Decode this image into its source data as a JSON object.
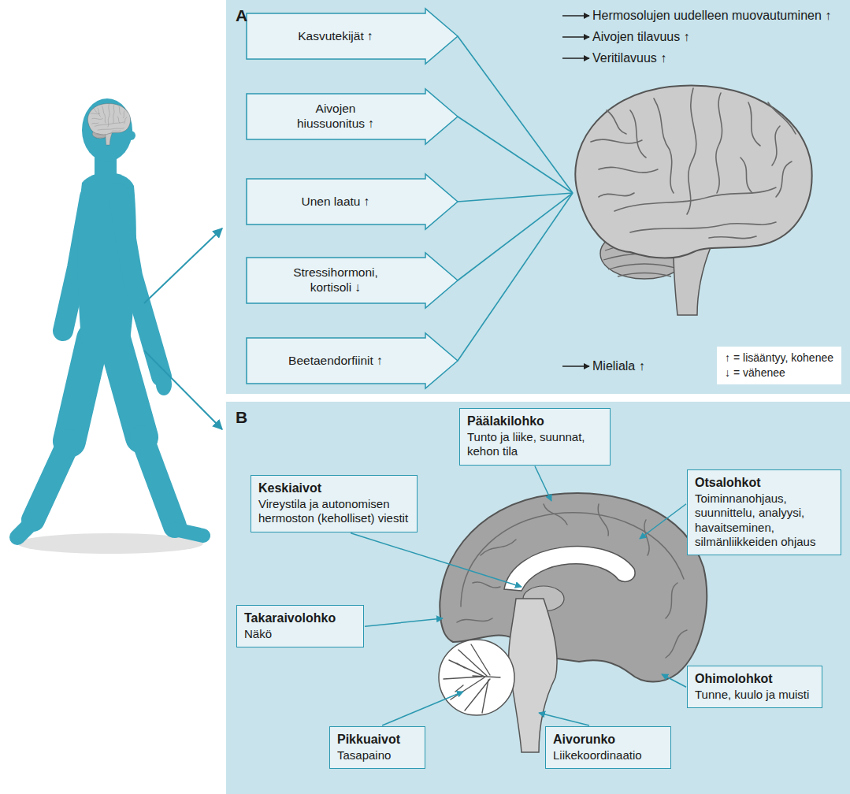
{
  "diagram": {
    "nodes": [
      {
        "text": [
          "A"
        ]
      },
      {
        "text": [
          "Kasvutekijät ↑"
        ],
        "in": 0
      },
      {
        "text": [
          "Aivojen hiussuonitus ↑"
        ],
        "in": 0
      },
      {
        "text": [
          "Unen laatu ↑"
        ],
        "in": 0
      },
      {
        "text": [
          "Stressihormoni, kortisoli ↓"
        ],
        "in": 0
      },
      {
        "text": [
          "Beetaendorfiinit ↑"
        ],
        "in": 0
      },
      {
        "text": [
          "B"
        ]
      },
      {
        "text": [
          "Päälakilohko",
          "Tunto ja liike, suunnat, kehon tila"
        ],
        "in": 6
      },
      {
        "text": [
          "Keskiaivot",
          "Vireystila ja autonomisen hermoston (keholliset) viestit"
        ],
        "in": 6
      },
      {
        "text": [
          "Otsalohkot",
          "Toiminnanohjaus, suunnittelu, analyysi, havaitseminen, silmänliikkeiden ohjaus"
        ],
        "in": 6
      },
      {
        "text": [
          "Takaraivolohko",
          "Näkö"
        ],
        "in": 6
      },
      {
        "text": [
          "Ohimolohkot",
          "Tunne, kuulo ja muisti"
        ],
        "in": 6
      },
      {
        "text": [
          "Pikkuaivot",
          "Tasapaino"
        ],
        "in": 6
      },
      {
        "text": [
          "Aivorunko",
          "Liikekoordinaatio"
        ],
        "in": 6
      }
    ],
    "labels": [
      "Hermosolujen uudelleen muovautuminen ↑",
      "Aivojen tilavuus ↑",
      "Veritilavuus ↑",
      "Mieliala ↑"
    ],
    "legend": [
      {
        "text": "↑ = lisääntyy, kohenee"
      },
      {
        "text": "↓ = vähenee"
      }
    ]
  }
}
